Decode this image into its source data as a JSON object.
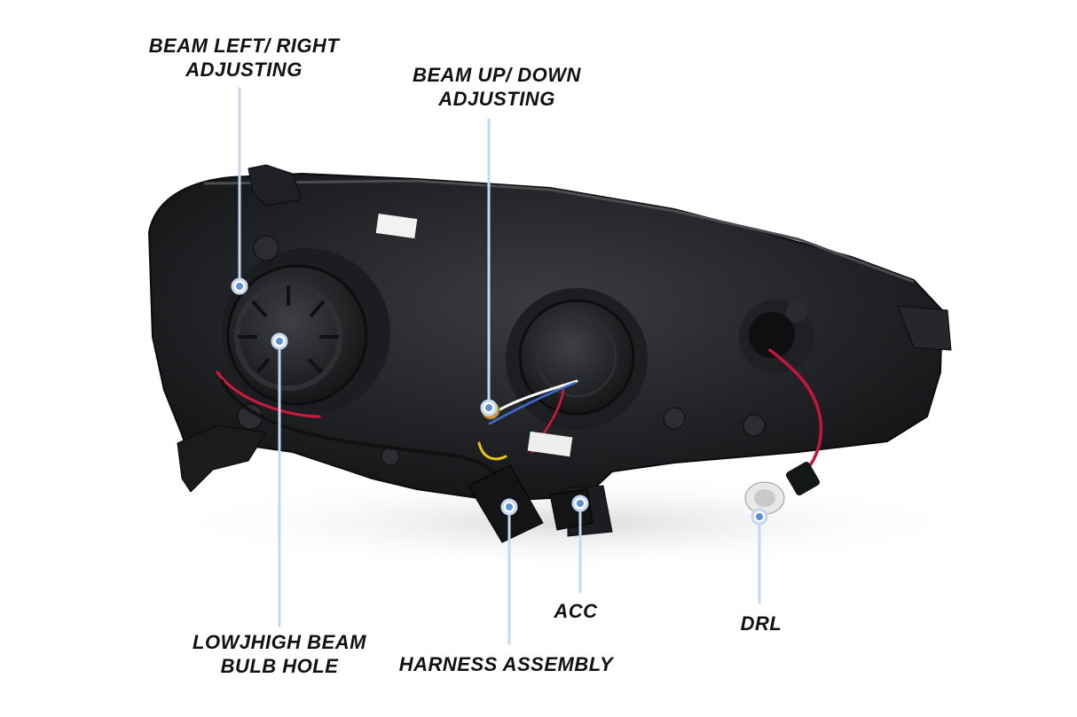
{
  "callouts": {
    "beam_left_right": {
      "line1": "BEAM LEFT/ RIGHT",
      "line2": "ADJUSTING"
    },
    "beam_up_down": {
      "line1": "BEAM UP/ DOWN",
      "line2": "ADJUSTING"
    },
    "low_high_beam": {
      "line1": "LOWJHIGH BEAM",
      "line2": "BULB HOLE"
    },
    "harness": {
      "line1": "HARNESS ASSEMBLY"
    },
    "acc": {
      "line1": "ACC"
    },
    "drl": {
      "line1": "DRL"
    }
  },
  "colors": {
    "leader_line": "#c5d8ef",
    "dot_fill": "#5b8fd9",
    "housing": "#1b1c1f",
    "label_text": "#111111"
  }
}
